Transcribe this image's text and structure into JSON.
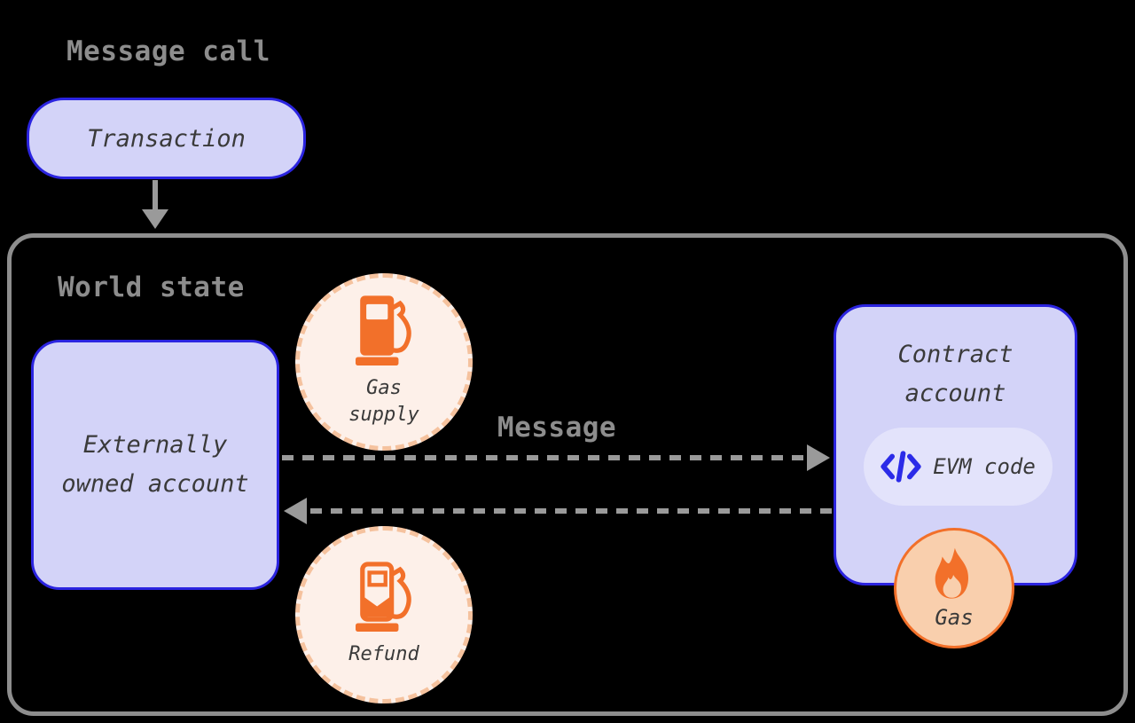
{
  "diagram": {
    "title": "Message call",
    "world_state_label": "World state",
    "message_label": "Message",
    "transaction": {
      "label": "Transaction"
    },
    "eoa": {
      "line1": "Externally",
      "line2": "owned account"
    },
    "contract": {
      "line1": "Contract",
      "line2": "account",
      "evm_code_label": "EVM code"
    },
    "gas_supply": {
      "line1": "Gas",
      "line2": "supply"
    },
    "refund": {
      "label": "Refund"
    },
    "gas": {
      "label": "Gas"
    },
    "icons": {
      "gas_supply": "fuel-pump-icon",
      "refund": "fuel-pump-outline-icon",
      "gas": "flame-icon",
      "evm_code": "code-slash-icon",
      "transaction_flow": "arrow-down-icon",
      "message_flow": "dashed-arrow-right-icon",
      "return_flow": "dashed-arrow-left-icon"
    },
    "colors": {
      "background": "#000000",
      "node_fill": "#d3d3f8",
      "node_border": "#2b24e0",
      "pill_fill": "#e3e3fb",
      "orange": "#f2702a",
      "peach_fill": "#f9cfad",
      "peach_dash": "#f5c29e",
      "cream_fill": "#fdf0e9",
      "gray_label": "#8d8d8d",
      "gray_border": "#8e8e8e",
      "arrow_gray": "#9a9a9a",
      "text_dark": "#3a3a3a"
    }
  }
}
